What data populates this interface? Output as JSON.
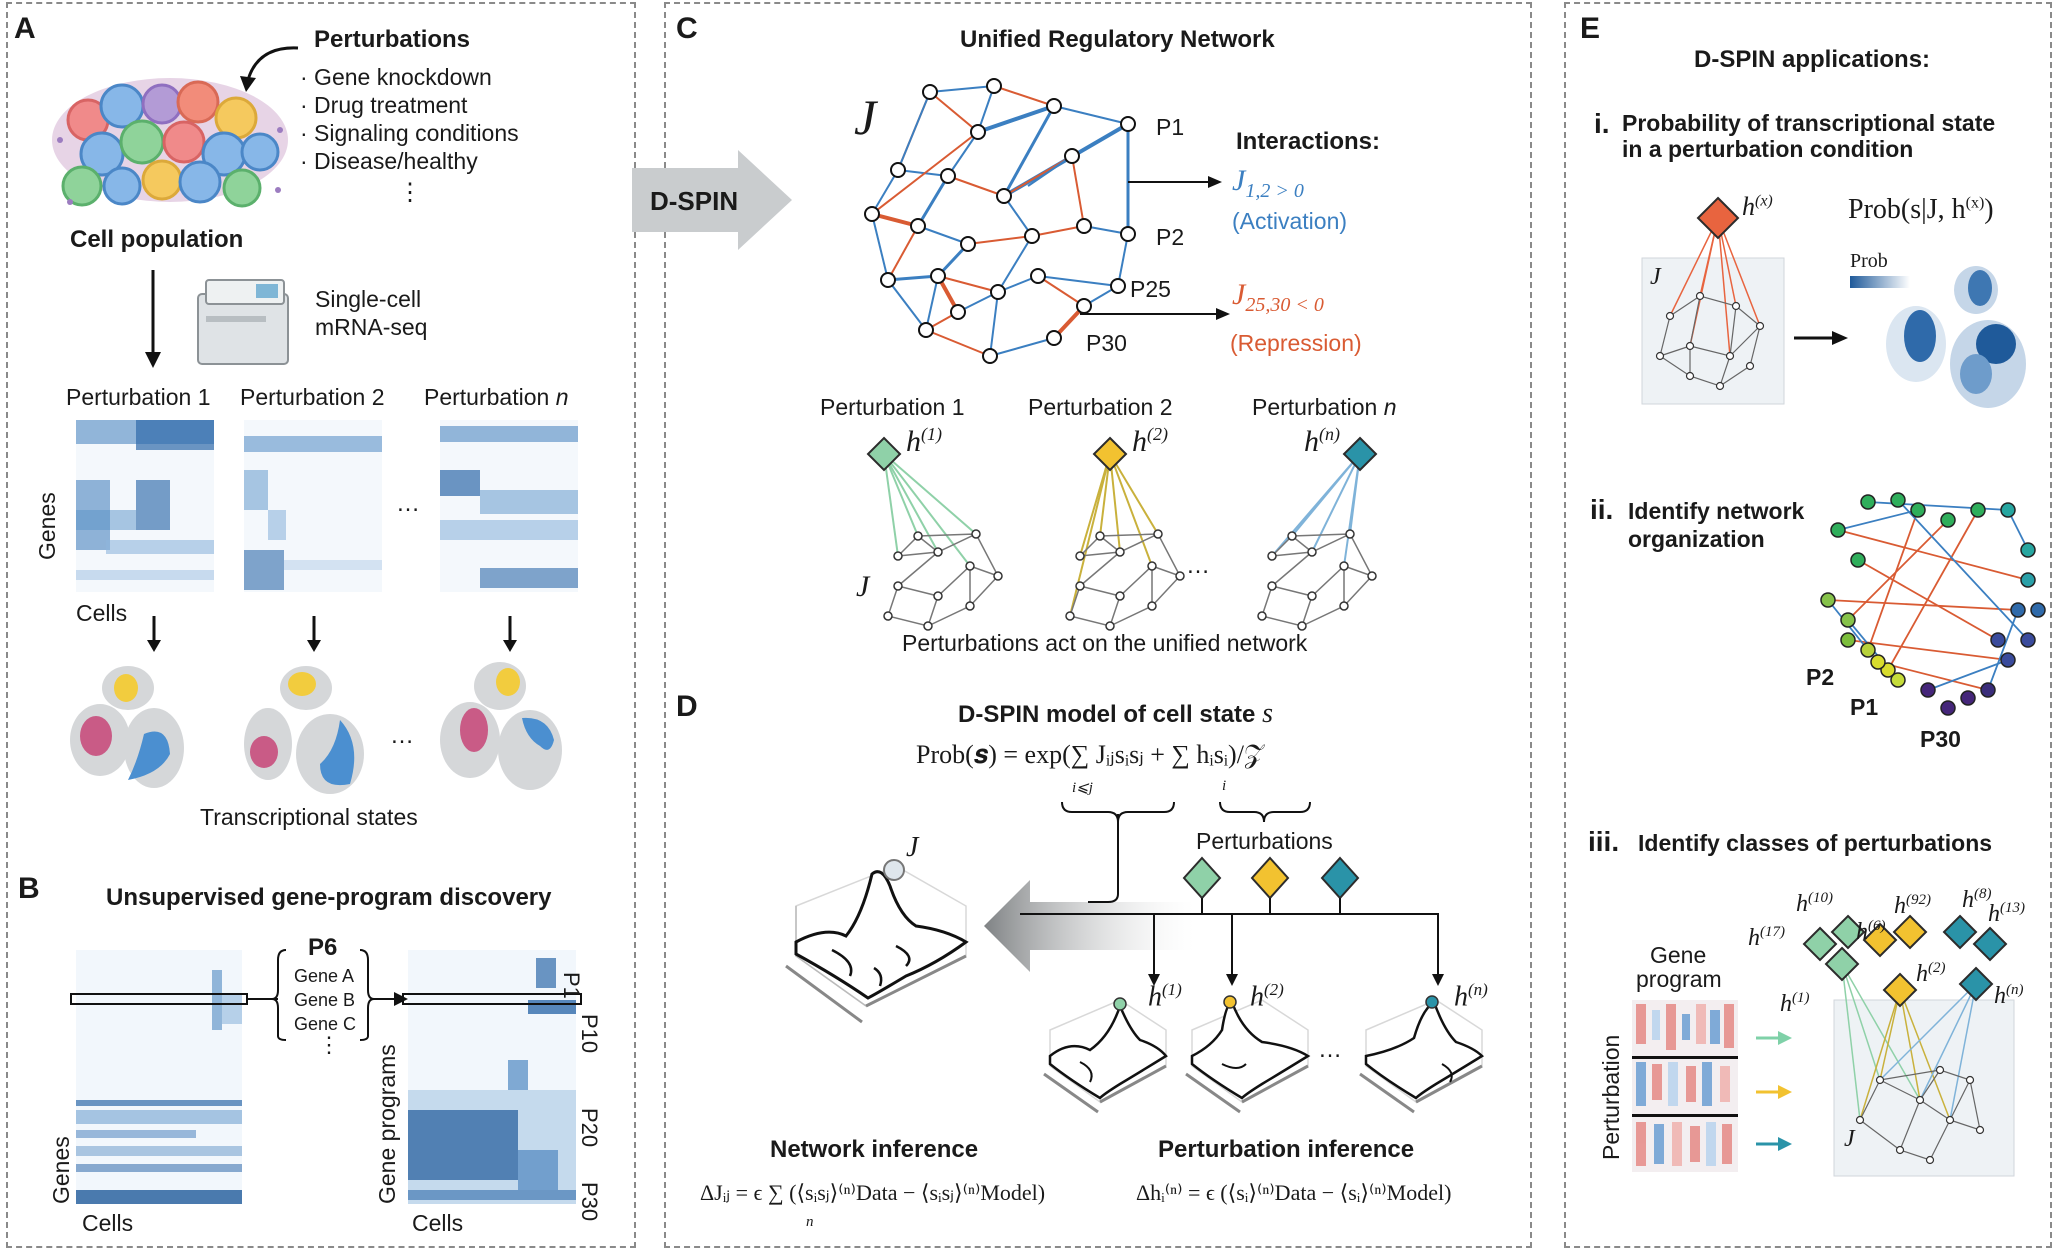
{
  "panels": {
    "a": {
      "label": "A",
      "perturbations_title": "Perturbations",
      "perturbation_list": [
        "· Gene knockdown",
        "· Drug treatment",
        "· Signaling conditions",
        "· Disease/healthy"
      ],
      "ellipsis_v": "⋮",
      "cell_population": "Cell population",
      "sequencing": [
        "Single-cell",
        "mRNA-seq"
      ],
      "perturbation_titles": [
        "Perturbation 1",
        "Perturbation 2",
        "Perturbation"
      ],
      "n_symbol": "n",
      "ellipsis_h": "…",
      "genes_label": "Genes",
      "cells_label": "Cells",
      "states_caption": "Transcriptional states"
    },
    "b": {
      "label": "B",
      "title": "Unsupervised gene-program discovery",
      "program_name": "P6",
      "program_genes": [
        "Gene A",
        "Gene B",
        "Gene C"
      ],
      "ellipsis_v": "⋮",
      "genes_label": "Genes",
      "cells_label_left": "Cells",
      "programs_label": "Gene programs",
      "cells_label_right": "Cells",
      "program_ticks": [
        "P1",
        "P10",
        "P20",
        "P30"
      ]
    },
    "c": {
      "label": "C",
      "arrow_label": "D-SPIN",
      "title": "Unified Regulatory Network",
      "J_symbol": "J",
      "node_labels": [
        "P1",
        "P2",
        "P25",
        "P30"
      ],
      "interactions_title": "Interactions:",
      "activation_formula": "J",
      "activation_sub": "1,2 > 0",
      "activation_label": "(Activation)",
      "repression_formula": "J",
      "repression_sub": "25,30 < 0",
      "repression_label": "(Repression)",
      "perturbation_titles": [
        "Perturbation 1",
        "Perturbation 2",
        "Perturbation"
      ],
      "n_symbol": "n",
      "h_labels": [
        "h",
        "h",
        "h"
      ],
      "h_sups": [
        "(1)",
        "(2)",
        "(n)"
      ],
      "J_small": "J",
      "ellipsis_h": "…",
      "caption": "Perturbations act on the unified network"
    },
    "d": {
      "label": "D",
      "title": "D-SPIN model of cell state",
      "title_symbol": "s",
      "prob_formula": "Prob(s) = exp(∑ J",
      "prob_formula_full": "Prob(𝒔) = exp(∑ Jᵢⱼsᵢsⱼ + ∑ hᵢsᵢ)/𝒵",
      "sum_sub_1": "i⩽j",
      "sum_sub_2": "i",
      "perturbations_label": "Perturbations",
      "J_symbol": "J",
      "h_labels": [
        "h",
        "h",
        "h"
      ],
      "h_sups": [
        "(1)",
        "(2)",
        "(n)"
      ],
      "ellipsis_h": "…",
      "network_inference": "Network inference",
      "perturbation_inference": "Perturbation inference",
      "network_eq": "ΔJᵢⱼ = ϵ ∑ (⟨sᵢsⱼ⟩⁽ⁿ⁾Data − ⟨sᵢsⱼ⟩⁽ⁿ⁾Model)",
      "perturbation_eq": "Δhᵢ⁽ⁿ⁾ = ϵ (⟨sᵢ⟩⁽ⁿ⁾Data − ⟨sᵢ⟩⁽ⁿ⁾Model)",
      "sum_sub_n": "n"
    },
    "e": {
      "label": "E",
      "title": "D-SPIN applications:",
      "items": [
        {
          "num": "i.",
          "text": [
            "Probability of transcriptional state",
            "in a perturbation condition"
          ]
        },
        {
          "num": "ii.",
          "text": [
            "Identify network",
            "organization"
          ]
        },
        {
          "num": "iii.",
          "text": [
            "Identify classes of perturbations"
          ]
        }
      ],
      "hx_label": "h",
      "hx_sup": "(x)",
      "prob_formula": "Prob(s|J, h",
      "prob_formula_tail": ")",
      "prob_formula_sup": "(x)",
      "prob_bar_label": "Prob",
      "J_symbol": "J",
      "node_labels": [
        "P2",
        "P1",
        "P30"
      ],
      "gene_program_label": [
        "Gene",
        "program"
      ],
      "perturbation_label": "Perturbation",
      "class_labels": [
        {
          "h": "h",
          "s": "(17)"
        },
        {
          "h": "h",
          "s": "(10)"
        },
        {
          "h": "h",
          "s": "(1)"
        },
        {
          "h": "h",
          "s": "(6)"
        },
        {
          "h": "h",
          "s": "(92)"
        },
        {
          "h": "h",
          "s": "(2)"
        },
        {
          "h": "h",
          "s": "(8)"
        },
        {
          "h": "h",
          "s": "(13)"
        },
        {
          "h": "h",
          "s": "(n)"
        }
      ]
    }
  },
  "colors": {
    "blue_edge": "#3b7fc1",
    "red_edge": "#d95b33",
    "green": "#8fd1a8",
    "yellow": "#f2c230",
    "teal": "#2a93a8",
    "orange": "#e8643f"
  }
}
